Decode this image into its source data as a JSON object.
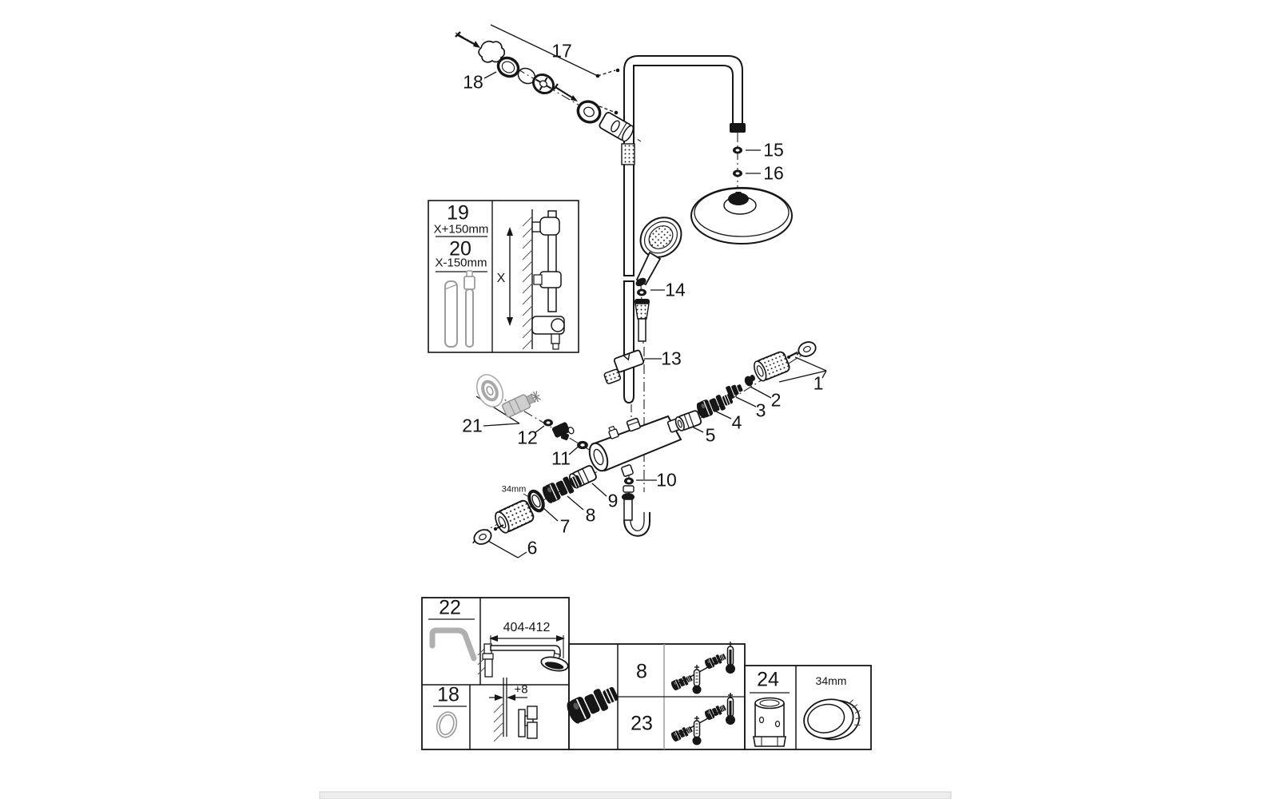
{
  "colors": {
    "line": "#1a1a1a",
    "dark_fill": "#161616",
    "gray_part": "#a8a8a8",
    "footer_bar": "#ededed"
  },
  "callouts": {
    "c1": "1",
    "c2": "2",
    "c3": "3",
    "c4": "4",
    "c5": "5",
    "c6": "6",
    "c7": "7",
    "c8": "8",
    "c9": "9",
    "c10": "10",
    "c11": "11",
    "c12": "12",
    "c13": "13",
    "c14": "14",
    "c15": "15",
    "c16": "16",
    "c17": "17",
    "c18": "18",
    "c21": "21"
  },
  "dims": {
    "ring34": "34mm"
  },
  "inset": {
    "p19": "19",
    "p19_len": "X+150mm",
    "p20": "20",
    "p20_len": "X-150mm",
    "x": "X"
  },
  "panel": {
    "box22": {
      "num": "22",
      "dim": "404-412"
    },
    "box18": {
      "num": "18",
      "dim": "+8"
    },
    "boxcv": {
      "row1": "8",
      "row2": "23"
    },
    "box24": {
      "num": "24",
      "dim": "34mm"
    }
  }
}
